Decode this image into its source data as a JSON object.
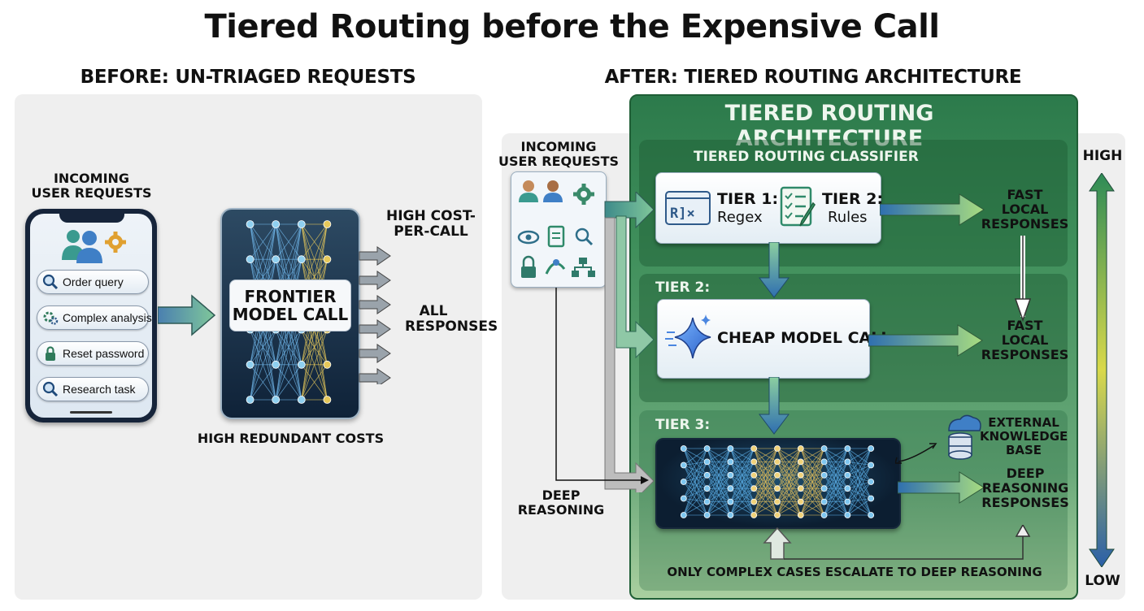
{
  "title": "Tiered Routing before the Expensive Call",
  "before": {
    "heading": "BEFORE: UN-TRIAGED REQUESTS",
    "incoming_label": "INCOMING\nUSER REQUESTS",
    "requests": [
      {
        "label": "Order query",
        "icon": "search-icon"
      },
      {
        "label": "Complex analysis",
        "icon": "gears-icon"
      },
      {
        "label": "Reset password",
        "icon": "lock-icon"
      },
      {
        "label": "Research task",
        "icon": "search-icon"
      }
    ],
    "model_label": "FRONTIER\nMODEL CALL",
    "cost_label": "HIGH COST-\nPER-CALL",
    "responses_label": "ALL\nRESPONSES",
    "redundant_label": "HIGH REDUNDANT COSTS"
  },
  "after": {
    "heading": "AFTER: TIERED ROUTING ARCHITECTURE",
    "arch_title": "TIERED ROUTING ARCHITECTURE",
    "incoming_label": "INCOMING\nUSER REQUESTS",
    "classifier_label": "TIERED ROUTING CLASSIFIER",
    "tier1_title": "TIER 1:",
    "tier1_sub": "Regex",
    "tier2_title": "TIER 2:",
    "tier2_sub": "Rules",
    "band2_label": "TIER 2:",
    "cheap_label": "CHEAP MODEL CALL",
    "band3_label": "TIER 3:",
    "fast1": "FAST\nLOCAL\nRESPONSES",
    "fast2": "FAST\nLOCAL\nRESPONSES",
    "external": "EXTERNAL\nKNOWLEDGE\nBASE",
    "deep_responses": "DEEP\nREASONING\nRESPONSES",
    "deep_side": "DEEP\nREASONING",
    "footer": "ONLY COMPLEX CASES ESCALATE TO DEEP REASONING",
    "scale_high": "HIGH",
    "scale_low": "LOW"
  },
  "colors": {
    "arch_green": "#2c7a4b",
    "arrow_teal": "#3e8a8a",
    "arrow_blue": "#2f6fb0",
    "arrow_green": "#9fd37a",
    "scale_top": "#2e8b57",
    "scale_mid": "#d9d94a",
    "scale_bottom": "#2a5fa8"
  }
}
